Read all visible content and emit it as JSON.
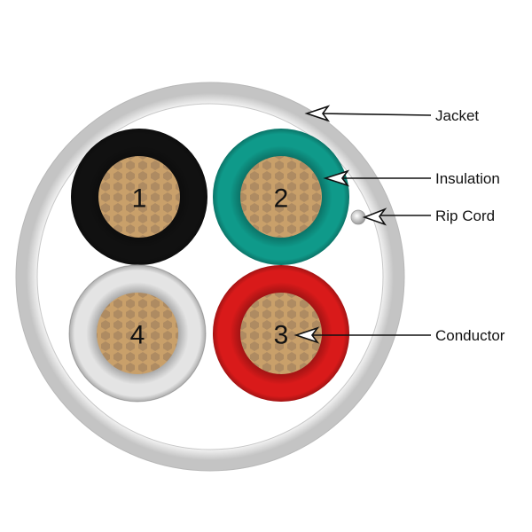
{
  "labels": {
    "jacket": "Jacket",
    "insulation": "Insulation",
    "rip_cord": "Rip Cord",
    "conductor": "Conductor"
  },
  "conductors": [
    {
      "number": "1",
      "color": "#111111"
    },
    {
      "number": "2",
      "color": "#0f9a8a"
    },
    {
      "number": "3",
      "color": "#d91a1a"
    },
    {
      "number": "4",
      "color": "#e4e4e4"
    }
  ],
  "colors": {
    "jacket": "#e8e8e8",
    "copper": "#c9a06a"
  }
}
